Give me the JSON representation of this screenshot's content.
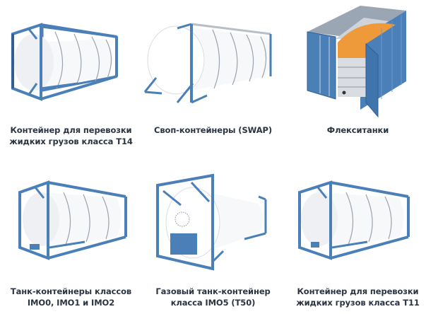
{
  "colors": {
    "frame_blue": "#4a7fb8",
    "frame_blue_dark": "#2f5f95",
    "tank_white": "#f7f8fa",
    "tank_shade": "#d9dde2",
    "bag_orange": "#ef9a3a",
    "caption_text": "#2b3441"
  },
  "items": [
    {
      "icon": "tank-container-t14-icon",
      "caption_line1": "Контейнер для перевозки",
      "caption_line2": "жидких грузов класса Т14"
    },
    {
      "icon": "swap-container-icon",
      "caption_line1": "Своп-контейнеры (SWAP)",
      "caption_line2": ""
    },
    {
      "icon": "flexitank-icon",
      "caption_line1": "Флекситанки",
      "caption_line2": ""
    },
    {
      "icon": "tank-container-imo-icon",
      "caption_line1": "Танк-контейнеры классов",
      "caption_line2": "IMO0, IMO1 и IMO2"
    },
    {
      "icon": "gas-tank-container-icon",
      "caption_line1": "Газовый танк-контейнер",
      "caption_line2": "класса IMO5 (T50)"
    },
    {
      "icon": "tank-container-t11-icon",
      "caption_line1": "Контейнер для перевозки",
      "caption_line2": "жидких грузов класса Т11"
    }
  ]
}
